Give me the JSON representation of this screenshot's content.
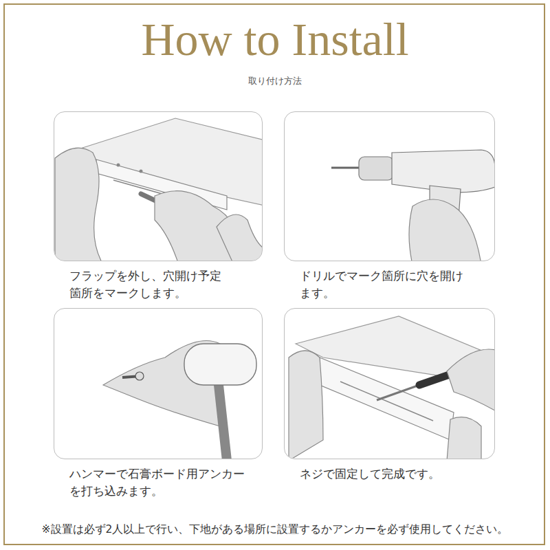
{
  "diagram": {
    "title": "How to Install",
    "nodes": [
      {
        "text": [
          "フラップを外し、穴開け予定 箇所をマークします。"
        ]
      },
      {
        "text": [
          "ドリルでマーク箇所に穴を開け ます。"
        ]
      },
      {
        "text": [
          "ハンマーで石膏ボード用アンカー を打ち込みます。"
        ]
      },
      {
        "text": [
          "ネジで固定して完成です。"
        ]
      }
    ],
    "labels": [
      "取り付け方法",
      "※設置は必ず2人以上で行い、下地がある場所に設置するかアンカーを必ず使用してください。"
    ]
  }
}
